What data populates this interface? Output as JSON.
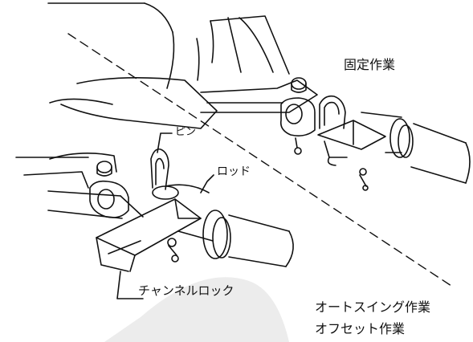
{
  "labels": {
    "kotei_sagyou": "固定作業",
    "pin": "ピン",
    "rod": "ロッド",
    "channel_lock": "チャンネルロック",
    "auto_swing_sagyou": "オートスイング作業",
    "offset_sagyou": "オフセット作業"
  },
  "colors": {
    "line": "#111111",
    "background": "#ffffff",
    "watermark": "#e8e8e8"
  }
}
